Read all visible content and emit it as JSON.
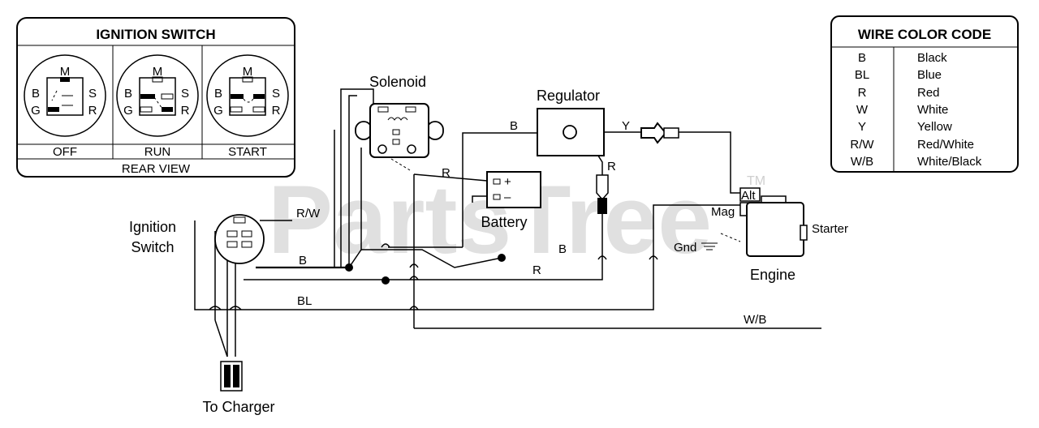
{
  "watermark": {
    "text": "PartsTree",
    "tm": "TM"
  },
  "ignition_switch_panel": {
    "title": "IGNITION SWITCH",
    "footer": "REAR VIEW",
    "positions": [
      {
        "name": "OFF"
      },
      {
        "name": "RUN"
      },
      {
        "name": "START"
      }
    ],
    "terminals": {
      "m": "M",
      "b": "B",
      "s": "S",
      "g": "G",
      "r": "R"
    }
  },
  "wire_color_code": {
    "title": "WIRE COLOR CODE",
    "rows": [
      {
        "code": "B",
        "color": "Black"
      },
      {
        "code": "BL",
        "color": "Blue"
      },
      {
        "code": "R",
        "color": "Red"
      },
      {
        "code": "W",
        "color": "White"
      },
      {
        "code": "Y",
        "color": "Yellow"
      },
      {
        "code": "R/W",
        "color": "Red/White"
      },
      {
        "code": "W/B",
        "color": "White/Black"
      }
    ]
  },
  "components": {
    "solenoid": "Solenoid",
    "regulator": "Regulator",
    "battery": "Battery",
    "battery_plus": "+",
    "battery_minus": "–",
    "ignition_switch_line1": "Ignition",
    "ignition_switch_line2": "Switch",
    "to_charger": "To Charger",
    "engine": "Engine",
    "starter": "Starter",
    "alt": "Alt",
    "mag": "Mag",
    "gnd": "Gnd"
  },
  "wire_labels": {
    "rw": "R/W",
    "b_switch": "B",
    "b_solenoid": "B",
    "b_middle": "B",
    "r_battery": "R",
    "r_regulator": "R",
    "r_bottom": "R",
    "y_regulator": "Y",
    "bl": "BL",
    "wb": "W/B"
  }
}
